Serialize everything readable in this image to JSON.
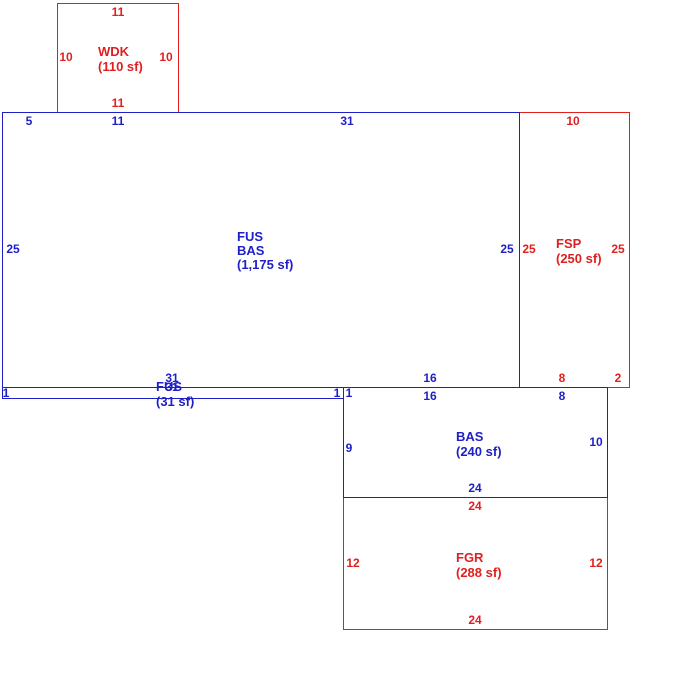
{
  "colors": {
    "blue": "#1f1fc8",
    "red": "#e01f1f",
    "background": "#ffffff"
  },
  "areas": {
    "wdk": {
      "code": "WDK",
      "area": "(110 sf)",
      "top": "11",
      "left": "10",
      "right": "10",
      "bottom": "11"
    },
    "main": {
      "code1": "FUS",
      "code2": "BAS",
      "area": "(1,175 sf)",
      "top_short": "5",
      "top_mid": "11",
      "top": "31",
      "left": "25",
      "right": "25",
      "bottom": "31",
      "bottom_right": "16"
    },
    "fsp": {
      "code": "FSP",
      "area": "(250 sf)",
      "top": "10",
      "left": "25",
      "right": "25",
      "bottom": "8",
      "bottom_right": "2"
    },
    "fus_strip": {
      "code": "FUS",
      "area": "(31 sf)",
      "top": "31",
      "left": "1",
      "right": "1"
    },
    "bas": {
      "code": "BAS",
      "area": "(240 sf)",
      "top": "16",
      "top_right": "8",
      "left": "9",
      "left_top": "1",
      "right": "10",
      "bottom": "24"
    },
    "fgr": {
      "code": "FGR",
      "area": "(288 sf)",
      "top": "24",
      "left": "12",
      "right": "12",
      "bottom": "24"
    }
  }
}
